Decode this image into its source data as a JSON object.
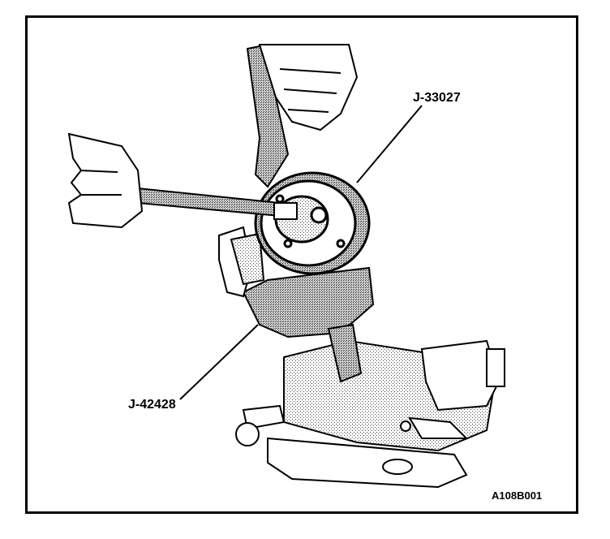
{
  "figure": {
    "tool_labels": [
      "J-33027",
      "J-42428"
    ],
    "figure_id": "A108B001"
  }
}
